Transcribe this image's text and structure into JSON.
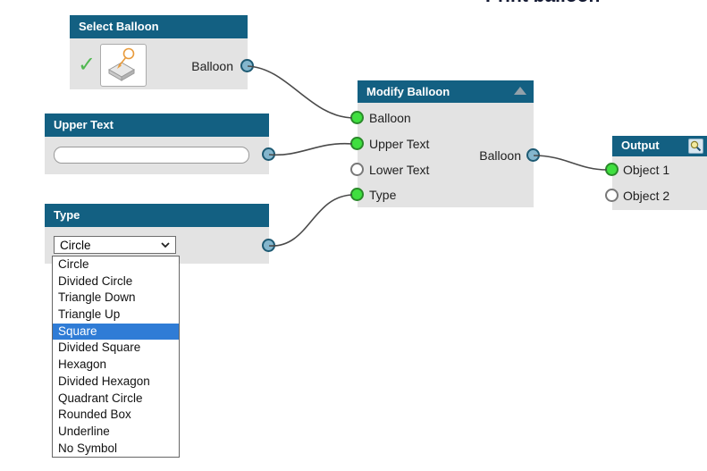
{
  "page": {
    "clipped_heading": "Print balloon"
  },
  "colors": {
    "node_header": "#136082",
    "node_body": "#e3e3e3",
    "port_connected": "#3fdf3f",
    "port_empty": "#ffffff",
    "port_output": "#84b6cd",
    "wire": "#4a4a4a",
    "dropdown_highlight": "#2f7cd6",
    "check": "#52b852",
    "balloon_accent": "#e89b3c"
  },
  "nodes": {
    "select_balloon": {
      "title": "Select Balloon",
      "status_icon": "check-icon",
      "button_icon": "balloon-pick-icon",
      "output_label": "Balloon",
      "output_state": "connected"
    },
    "upper_text": {
      "title": "Upper Text",
      "input_value": "",
      "input_placeholder": "",
      "output_state": "connected"
    },
    "type": {
      "title": "Type",
      "select_value": "Circle",
      "output_state": "connected",
      "options": [
        "Circle",
        "Divided Circle",
        "Triangle Down",
        "Triangle Up",
        "Square",
        "Divided Square",
        "Hexagon",
        "Divided Hexagon",
        "Quadrant Circle",
        "Rounded Box",
        "Underline",
        "No Symbol"
      ],
      "selected_option": "Square"
    },
    "modify_balloon": {
      "title": "Modify Balloon",
      "collapse_icon": "collapse-up-icon",
      "inputs": [
        {
          "label": "Balloon",
          "state": "connected"
        },
        {
          "label": "Upper Text",
          "state": "connected"
        },
        {
          "label": "Lower Text",
          "state": "empty"
        },
        {
          "label": "Type",
          "state": "connected"
        }
      ],
      "output_label": "Balloon",
      "output_state": "connected"
    },
    "output": {
      "title": "Output",
      "header_icon": "magnifier-icon",
      "inputs": [
        {
          "label": "Object 1",
          "state": "connected"
        },
        {
          "label": "Object 2",
          "state": "empty"
        }
      ]
    }
  }
}
